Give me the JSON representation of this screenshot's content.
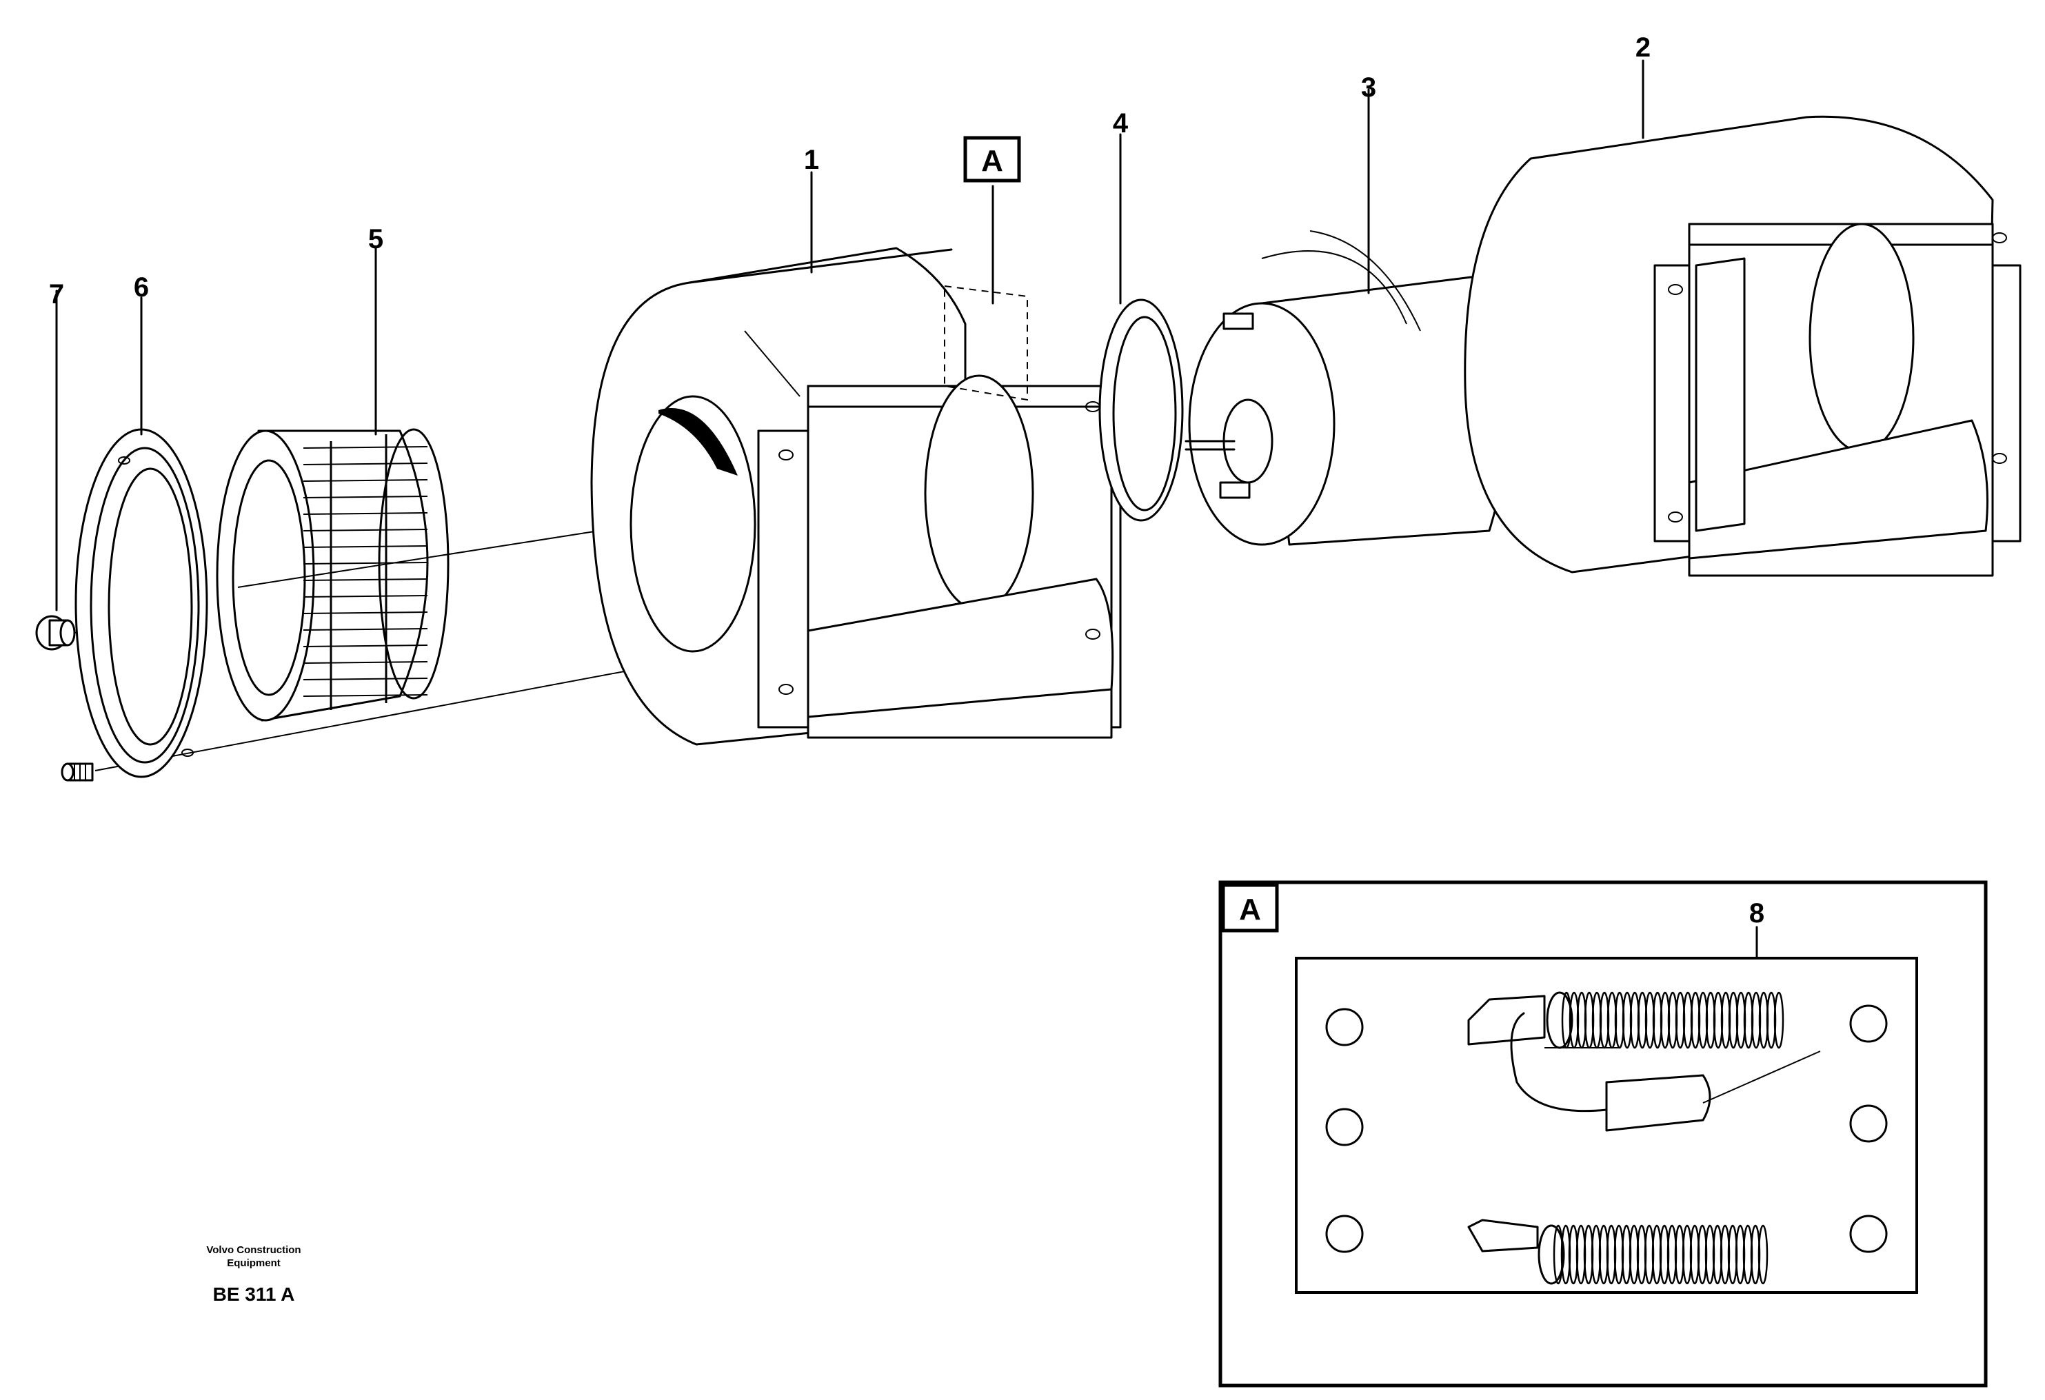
{
  "callouts": {
    "c1": "1",
    "c2": "2",
    "c3": "3",
    "c4": "4",
    "c5": "5",
    "c6": "6",
    "c7": "7",
    "c8": "8"
  },
  "detail_ref": "A",
  "detail_label": "A",
  "footer": {
    "brand_line1": "Volvo Construction",
    "brand_line2": "Equipment",
    "code": "BE 311  A"
  }
}
